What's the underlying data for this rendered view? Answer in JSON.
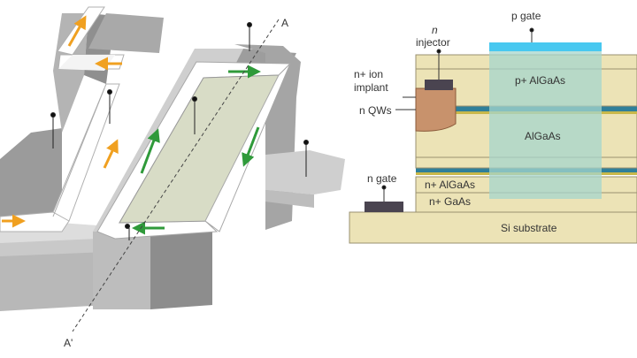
{
  "left_diagram": {
    "axis_top_label": "A",
    "axis_bottom_label": "A'"
  },
  "right_diagram": {
    "p_gate_label": "p gate",
    "n_injector_n": "n",
    "n_injector_word": "injector",
    "ion_implant_line1": "n+ ion",
    "ion_implant_line2": "implant",
    "qws_label": "n QWs",
    "p_algaas_label": "p+ AlGaAs",
    "algaas_label": "AlGaAs",
    "n_gate_label": "n gate",
    "n_algaas_label": "n+ AlGaAs",
    "n_gaas_label": "n+ GaAs",
    "substrate_label": "Si substrate"
  },
  "colors": {
    "arrow_orange": "#f0a020",
    "arrow_green": "#2f9a3a",
    "p_gate_cyan": "#48c8f0",
    "layer_tan": "#ece3b6",
    "active_region_teal": "#a6d6cc",
    "implant_brown": "#c8926c",
    "contact_dark": "#4a4450",
    "qw_band": "#2f7f9a"
  }
}
